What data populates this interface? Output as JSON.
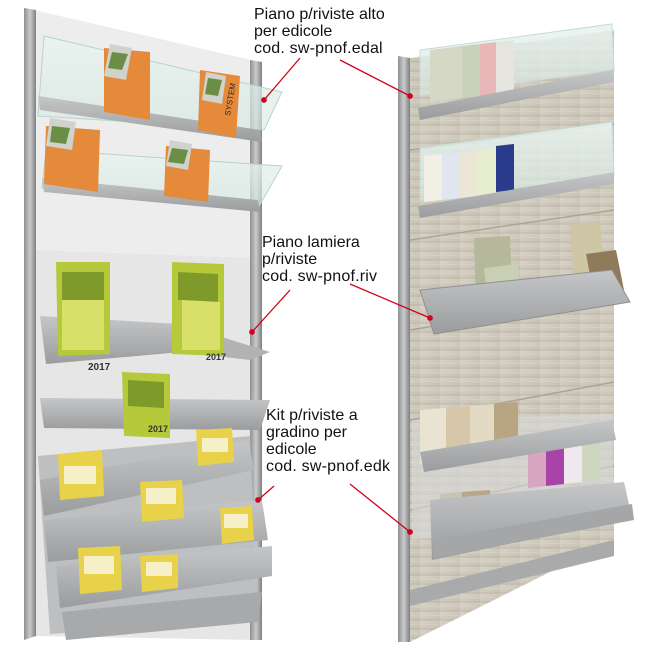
{
  "callouts": {
    "edal": {
      "line1": "Piano p/riviste alto",
      "line2": "per edicole",
      "code": "cod. sw-pnof.edal"
    },
    "riv": {
      "line1": "Piano lamiera",
      "line2": "p/riviste",
      "code": "cod. sw-pnof.riv"
    },
    "edk": {
      "line1": "Kit p/riviste a",
      "line2": "gradino per",
      "line3": "edicole",
      "code": "cod. sw-pnof.edk"
    }
  },
  "magazines": {
    "brand": "SYSTEM",
    "year": "2017"
  },
  "colors": {
    "leader_line": "#d0021b",
    "wood_panel": "#cfcabd",
    "metal_frame": "#a9abad",
    "shelf_metal": "#b7b9bb",
    "glass_edge": "#cfe7e0",
    "white_panel": "#f2f2f2"
  }
}
